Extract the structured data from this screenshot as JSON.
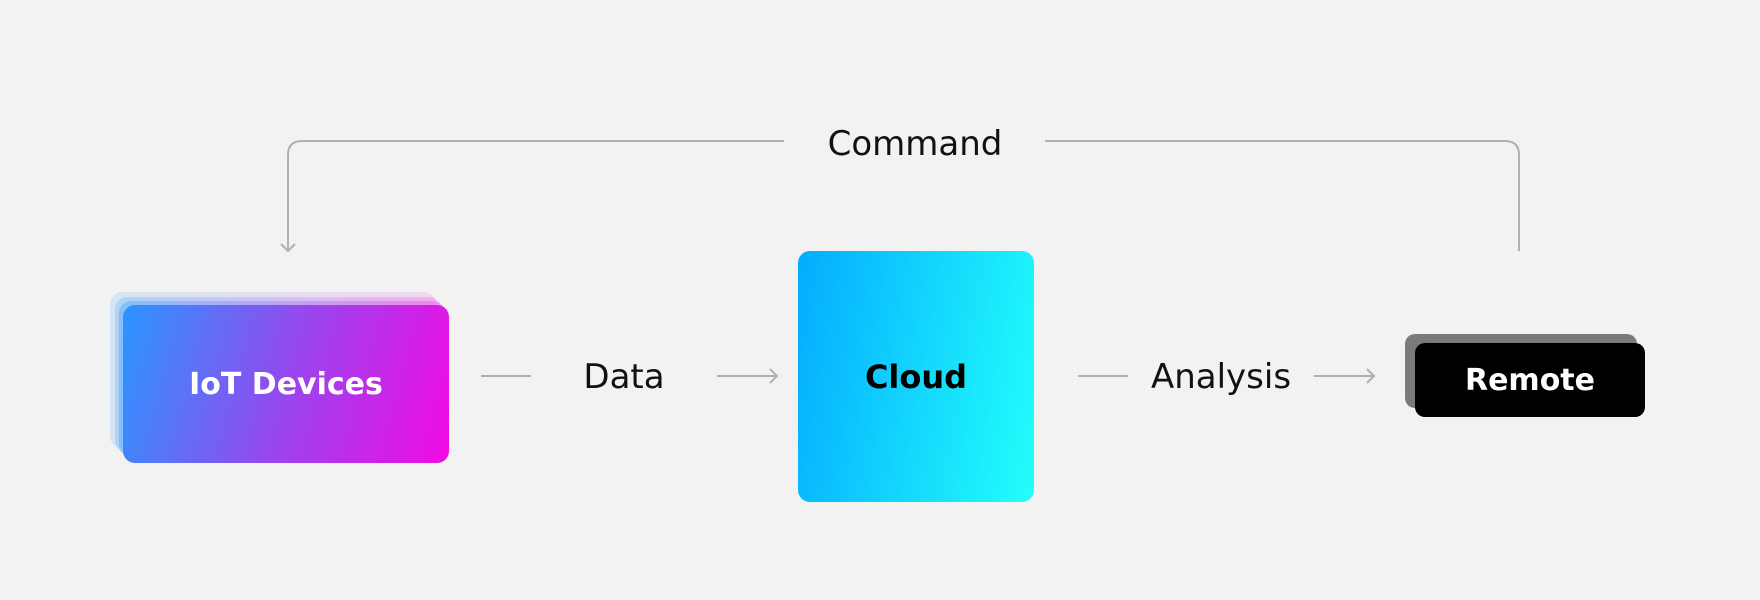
{
  "nodes": {
    "iot": "IoT Devices",
    "cloud": "Cloud",
    "remote": "Remote"
  },
  "edges": {
    "data": "Data",
    "analysis": "Analysis",
    "command": "Command"
  },
  "colors": {
    "background": "#f2f2f2",
    "connector": "#b0b0b0",
    "iot_gradient": [
      "#2a96ff",
      "#9a45ee",
      "#f20ae2"
    ],
    "cloud_gradient": [
      "#04acff",
      "#22fffb"
    ],
    "remote_fill": "#000000",
    "remote_shadow": "#7a7a7a"
  }
}
